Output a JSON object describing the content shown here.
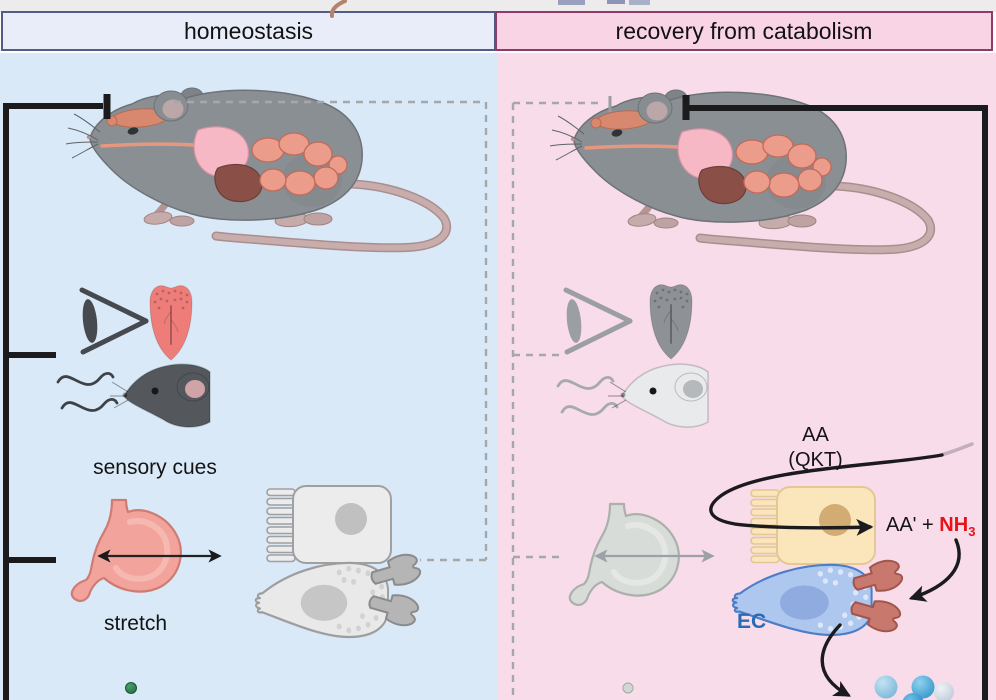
{
  "figure": {
    "description": "Two-panel gut-brain feeding regulation diagram",
    "headers": {
      "left": "homeostasis",
      "right": "recovery from catabolism"
    },
    "left_panel": {
      "sensory_cues": "sensory cues",
      "stretch": "stretch"
    },
    "right_panel": {
      "aa": "AA",
      "qkt": "(QKT)",
      "reaction": {
        "prefix": "AA' + ",
        "nh3": "NH",
        "nh3_sub": "3"
      },
      "ec": "EC"
    },
    "colors": {
      "left_panel_bg": "#d9e9f8",
      "right_panel_bg": "#f8dce9",
      "left_header_bg": "#e8edf9",
      "left_header_border": "#525c87",
      "right_header_bg": "#f8d4e5",
      "right_header_border": "#8f3a68",
      "nh3_red": "#e81219",
      "ec_label_blue": "#2b6bb5",
      "pathway_black": "#1b1b1d",
      "inactive_dash_gray": "#a7a7a7",
      "tongue_red": "#ee7d79",
      "stomach_pink": "#f2a49c",
      "enterocyte_yellow": "#fbe5ba",
      "ec_cell_blue": "#aec7ef",
      "receptor_salmon": "#c9786e",
      "serotonin_blue": "#3ea4cf",
      "green_dot": "#1e6b40"
    },
    "icons": [
      "mouse-with-organs-icon",
      "eye-icon",
      "tongue-icon",
      "sniffing-mouse-icon",
      "odor-waves-icon",
      "stomach-icon",
      "stretch-arrow",
      "inhibition-tbar",
      "dashed-pathway",
      "enterocyte-cell",
      "enteroendocrine-cell",
      "receptor-icon",
      "serotonin-molecules",
      "green-molecule",
      "gray-molecule"
    ]
  }
}
